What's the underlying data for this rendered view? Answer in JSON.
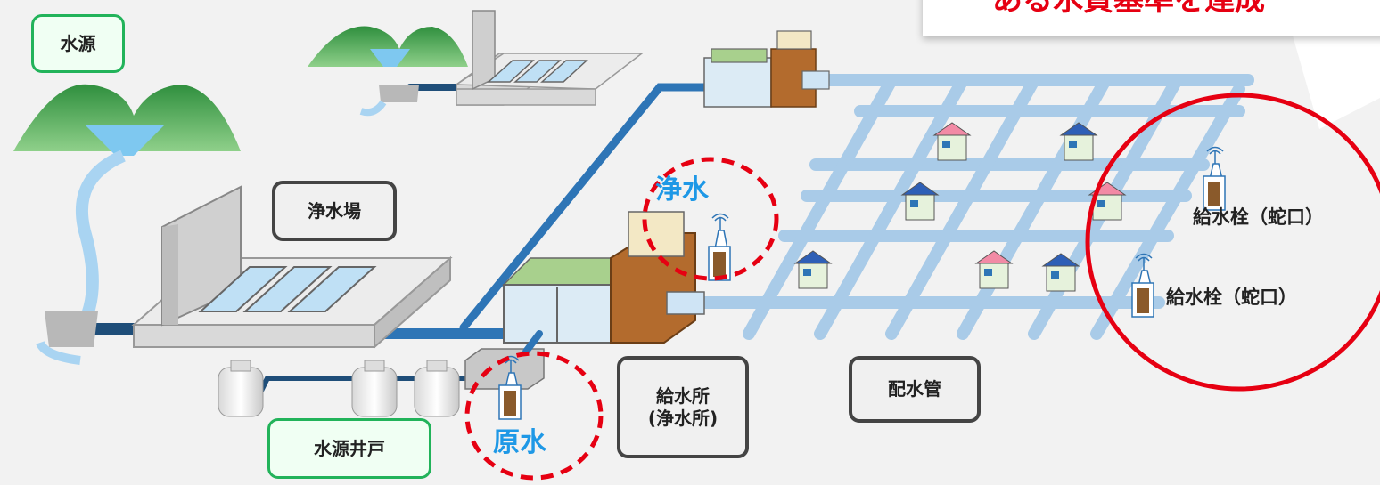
{
  "labels": {
    "source": "水源",
    "purification_plant": "浄水場",
    "supply_station": "給水所\n(浄水所)",
    "distribution_pipe": "配水管",
    "source_well": "水源井戸",
    "treated_water": "浄水",
    "raw_water": "原水",
    "hydrant_1": "給水栓（蛇口）",
    "hydrant_2": "給水栓（蛇口）"
  },
  "callout": {
    "text": "ある水質基準を達成"
  },
  "colors": {
    "pipe_dark": "#1f4e79",
    "pipe_mid": "#2e75b6",
    "pipe_light": "#a9cbe8",
    "red_circle": "#e60012",
    "green_box": "#22b35a",
    "mountain": "#3aa64a"
  }
}
